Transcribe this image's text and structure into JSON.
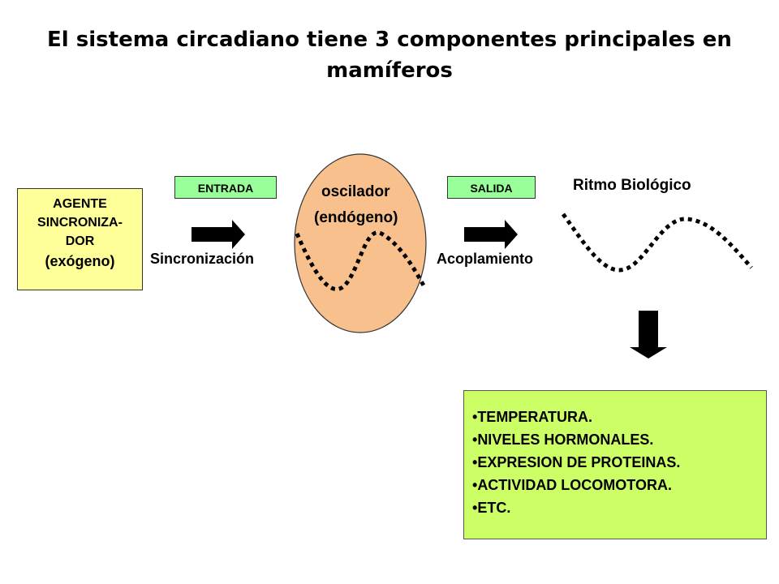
{
  "title": {
    "line1": "El sistema circadiano tiene 3 componentes principales en",
    "line2": "mamíferos"
  },
  "agent": {
    "line1": "AGENTE",
    "line2": "SINCRONIZA-",
    "line3": "DOR",
    "line4": "(exógeno)"
  },
  "entrada": "ENTRADA",
  "salida": "SALIDA",
  "sincronizacion": "Sincronización",
  "acoplamiento": "Acoplamiento",
  "oscillator": {
    "line1": "oscilador",
    "line2": "(endógeno)"
  },
  "ritmo": "Ritmo Biológico",
  "outputs": [
    "TEMPERATURA.",
    "NIVELES HORMONALES.",
    "EXPRESION DE PROTEINAS.",
    "ACTIVIDAD LOCOMOTORA.",
    "ETC."
  ],
  "colors": {
    "agent_fill": "#ffff99",
    "tag_fill": "#99ff99",
    "oscillator_fill": "#f7c08c",
    "outputs_fill": "#ccff66"
  }
}
